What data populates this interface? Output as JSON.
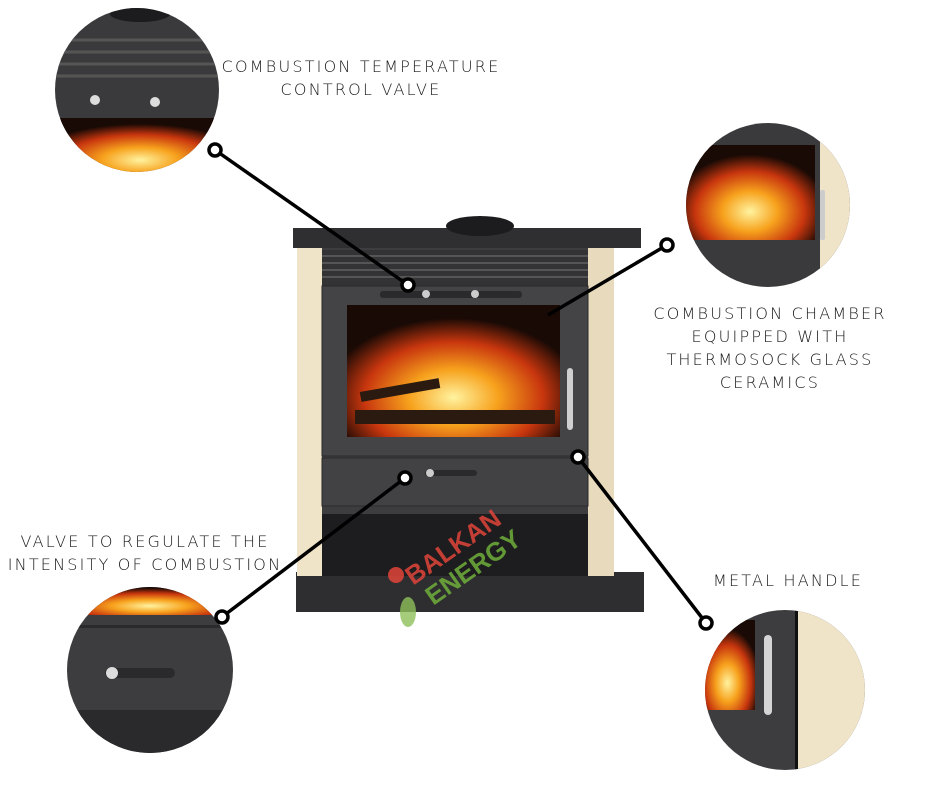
{
  "brand": {
    "logo_text_1": "BALKAN",
    "logo_text_2": "ENERGY"
  },
  "callouts": [
    {
      "id": "temperature-valve",
      "lines": [
        "COMBUSTION TEMPERATURE",
        "CONTROL VALVE"
      ]
    },
    {
      "id": "combustion-chamber",
      "lines": [
        "COMBUSTION CHAMBER",
        "EQUIPPED WITH",
        "THERMOSOCK GLASS",
        "CERAMICS"
      ]
    },
    {
      "id": "intensity-valve",
      "lines": [
        "VALVE TO REGULATE THE",
        "INTENSITY OF COMBUSTION"
      ]
    },
    {
      "id": "metal-handle",
      "lines": [
        "METAL HANDLE"
      ]
    }
  ],
  "colors": {
    "body": "#3a3a3c",
    "cream": "#efe3c8",
    "flame": "#f28a1c",
    "logo_red": "#e0443a",
    "logo_green": "#6fae3a",
    "line": "#000000"
  }
}
